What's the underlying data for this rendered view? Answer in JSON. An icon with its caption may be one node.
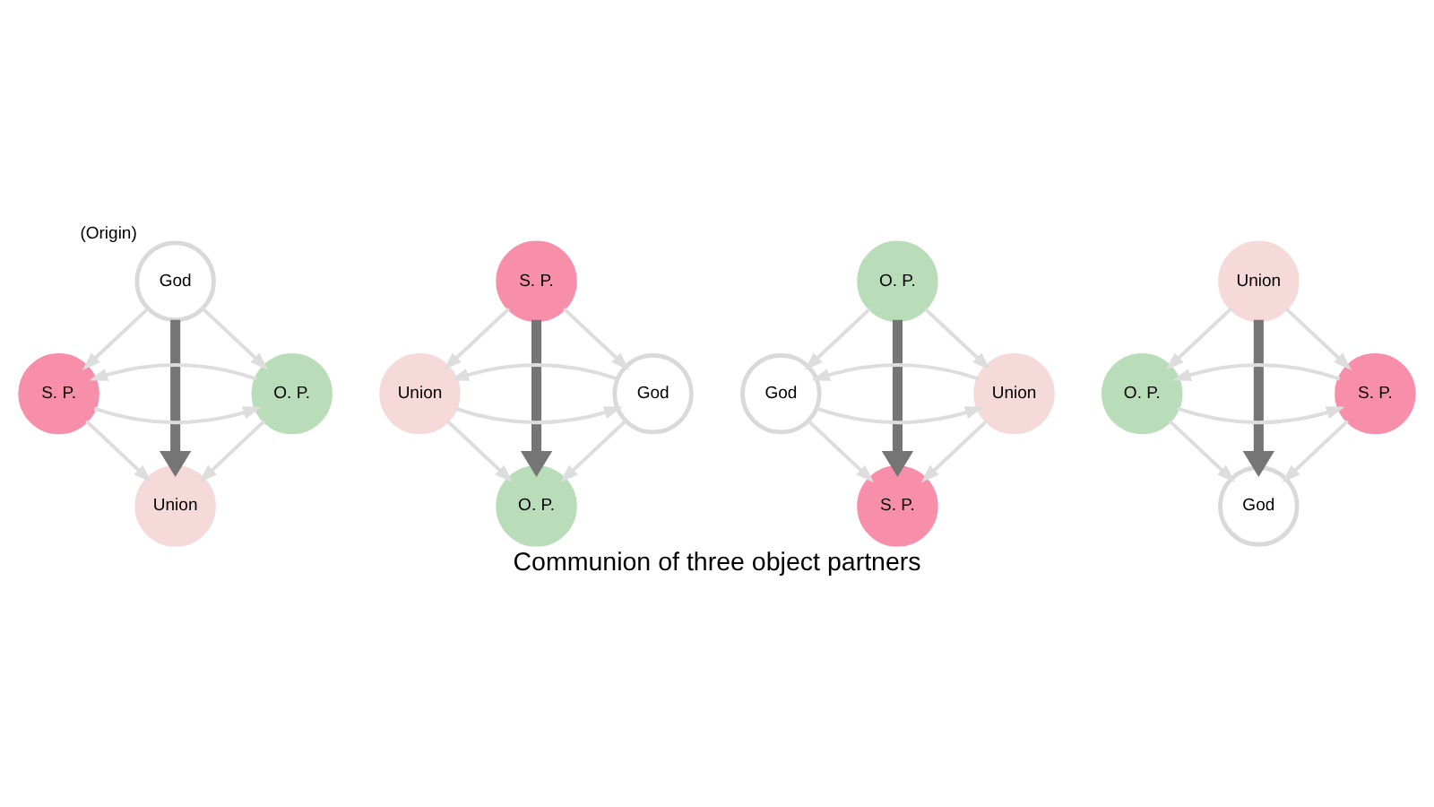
{
  "diagram": {
    "caption": "Communion of three object partners",
    "nodes": [
      {
        "text": [
          "God"
        ],
        "beside": [
          "(Origin)"
        ]
      },
      {
        "text": [
          "S. P."
        ]
      },
      {
        "text": [
          "O. P."
        ]
      },
      {
        "text": [
          "Union"
        ]
      },
      {
        "text": [
          "S. P."
        ]
      },
      {
        "text": [
          "Union"
        ]
      },
      {
        "text": [
          "God"
        ]
      },
      {
        "text": [
          "O. P."
        ]
      },
      {
        "text": [
          "O. P."
        ]
      },
      {
        "text": [
          "God"
        ]
      },
      {
        "text": [
          "Union"
        ]
      },
      {
        "text": [
          "S. P."
        ]
      },
      {
        "text": [
          "Union"
        ]
      },
      {
        "text": [
          "O. P."
        ]
      },
      {
        "text": [
          "S. P."
        ]
      },
      {
        "text": [
          "God"
        ]
      }
    ],
    "edges": [
      {
        "from": 0,
        "to": 1,
        "arrow": "to"
      },
      {
        "from": 0,
        "to": 3,
        "arrow": "to",
        "style": "thick",
        "color": "#757575"
      },
      {
        "from": 0,
        "to": 2,
        "arrow": "to"
      },
      {
        "from": 1,
        "to": 2,
        "arrow": "to"
      },
      {
        "from": 2,
        "to": 1,
        "arrow": "to"
      },
      {
        "from": 1,
        "to": 3,
        "arrow": "to"
      },
      {
        "from": 2,
        "to": 3,
        "arrow": "to"
      },
      {
        "from": 4,
        "to": 5,
        "arrow": "to"
      },
      {
        "from": 4,
        "to": 7,
        "arrow": "to",
        "style": "thick",
        "color": "#757575"
      },
      {
        "from": 4,
        "to": 6,
        "arrow": "to"
      },
      {
        "from": 5,
        "to": 6,
        "arrow": "to"
      },
      {
        "from": 6,
        "to": 5,
        "arrow": "to"
      },
      {
        "from": 5,
        "to": 7,
        "arrow": "to"
      },
      {
        "from": 6,
        "to": 7,
        "arrow": "to"
      },
      {
        "from": 8,
        "to": 9,
        "arrow": "to"
      },
      {
        "from": 8,
        "to": 11,
        "arrow": "to",
        "style": "thick",
        "color": "#757575"
      },
      {
        "from": 8,
        "to": 10,
        "arrow": "to"
      },
      {
        "from": 9,
        "to": 10,
        "arrow": "to"
      },
      {
        "from": 10,
        "to": 9,
        "arrow": "to"
      },
      {
        "from": 9,
        "to": 11,
        "arrow": "to"
      },
      {
        "from": 10,
        "to": 11,
        "arrow": "to"
      },
      {
        "from": 12,
        "to": 13,
        "arrow": "to"
      },
      {
        "from": 12,
        "to": 15,
        "arrow": "to",
        "style": "thick",
        "color": "#757575"
      },
      {
        "from": 12,
        "to": 14,
        "arrow": "to"
      },
      {
        "from": 13,
        "to": 14,
        "arrow": "to"
      },
      {
        "from": 14,
        "to": 13,
        "arrow": "to"
      },
      {
        "from": 13,
        "to": 15,
        "arrow": "to"
      },
      {
        "from": 14,
        "to": 15,
        "arrow": "to"
      }
    ]
  }
}
